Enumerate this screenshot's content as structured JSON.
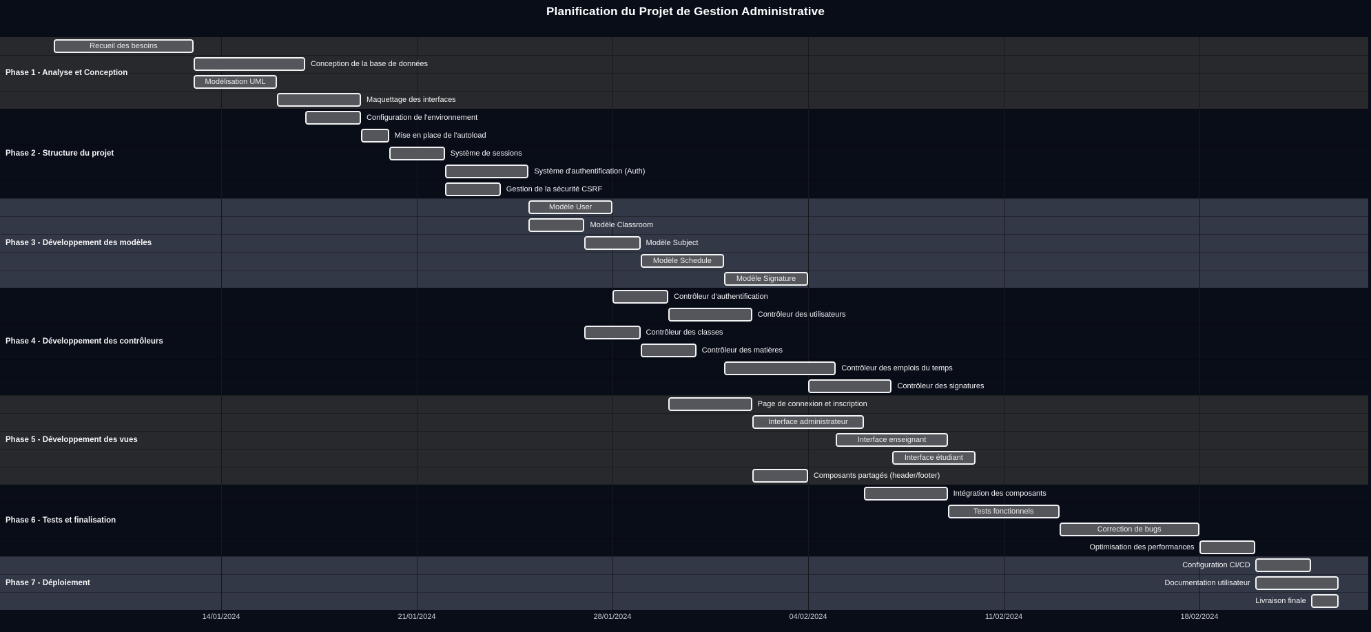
{
  "title": "Planification du Projet de Gestion Administrative",
  "colors": {
    "background": "#090d18",
    "section_band_a": "#28292c",
    "section_band_b": "#333846",
    "bar_fill": "#55565b",
    "bar_border": "#f2f3f4",
    "task_text": "#e9e9e9",
    "outside_label_text": "#f2f2f4",
    "section_label_text": "#f4f4f6",
    "axis_text": "#c9ccd3",
    "grid_line": "#16191e",
    "title_text": "#ffffff"
  },
  "chart_data": {
    "type": "gantt",
    "title": "Planification du Projet de Gestion Administrative",
    "x_range": [
      "2024-01-08",
      "2024-02-23"
    ],
    "grid": "weekly-vertical",
    "timeline": {
      "start": "2024-01-08",
      "end": "2024-02-23",
      "ticks": [
        {
          "label": "14/01/2024",
          "date": "2024-01-14"
        },
        {
          "label": "21/01/2024",
          "date": "2024-01-21"
        },
        {
          "label": "28/01/2024",
          "date": "2024-01-28"
        },
        {
          "label": "04/02/2024",
          "date": "2024-02-04"
        },
        {
          "label": "11/02/2024",
          "date": "2024-02-11"
        },
        {
          "label": "18/02/2024",
          "date": "2024-02-18"
        }
      ]
    },
    "phases": [
      {
        "name": "Phase 1 - Analyse et Conception",
        "tasks": [
          {
            "label": "Recueil des besoins",
            "start": "2024-01-08",
            "end": "2024-01-13",
            "label_pos": "inside"
          },
          {
            "label": "Conception de la base de données",
            "start": "2024-01-13",
            "end": "2024-01-17",
            "label_pos": "right"
          },
          {
            "label": "Modélisation UML",
            "start": "2024-01-13",
            "end": "2024-01-16",
            "label_pos": "inside"
          },
          {
            "label": "Maquettage des interfaces",
            "start": "2024-01-16",
            "end": "2024-01-19",
            "label_pos": "right"
          }
        ]
      },
      {
        "name": "Phase 2 - Structure du projet",
        "tasks": [
          {
            "label": "Configuration de l'environnement",
            "start": "2024-01-17",
            "end": "2024-01-19",
            "label_pos": "right"
          },
          {
            "label": "Mise en place de l'autoload",
            "start": "2024-01-19",
            "end": "2024-01-20",
            "label_pos": "right"
          },
          {
            "label": "Système de sessions",
            "start": "2024-01-20",
            "end": "2024-01-22",
            "label_pos": "right"
          },
          {
            "label": "Système d'authentification (Auth)",
            "start": "2024-01-22",
            "end": "2024-01-25",
            "label_pos": "right"
          },
          {
            "label": "Gestion de la sécurité CSRF",
            "start": "2024-01-22",
            "end": "2024-01-24",
            "label_pos": "right"
          }
        ]
      },
      {
        "name": "Phase 3 - Développement des modèles",
        "tasks": [
          {
            "label": "Modèle User",
            "start": "2024-01-25",
            "end": "2024-01-28",
            "label_pos": "inside"
          },
          {
            "label": "Modèle Classroom",
            "start": "2024-01-25",
            "end": "2024-01-27",
            "label_pos": "right"
          },
          {
            "label": "Modèle Subject",
            "start": "2024-01-27",
            "end": "2024-01-29",
            "label_pos": "right"
          },
          {
            "label": "Modèle Schedule",
            "start": "2024-01-29",
            "end": "2024-02-01",
            "label_pos": "inside"
          },
          {
            "label": "Modèle Signature",
            "start": "2024-02-01",
            "end": "2024-02-04",
            "label_pos": "inside"
          }
        ]
      },
      {
        "name": "Phase 4 - Développement des contrôleurs",
        "tasks": [
          {
            "label": "Contrôleur d'authentification",
            "start": "2024-01-28",
            "end": "2024-01-30",
            "label_pos": "right"
          },
          {
            "label": "Contrôleur des utilisateurs",
            "start": "2024-01-30",
            "end": "2024-02-02",
            "label_pos": "right"
          },
          {
            "label": "Contrôleur des classes",
            "start": "2024-01-27",
            "end": "2024-01-29",
            "label_pos": "right"
          },
          {
            "label": "Contrôleur des matières",
            "start": "2024-01-29",
            "end": "2024-01-31",
            "label_pos": "right"
          },
          {
            "label": "Contrôleur des emplois du temps",
            "start": "2024-02-01",
            "end": "2024-02-05",
            "label_pos": "right"
          },
          {
            "label": "Contrôleur des signatures",
            "start": "2024-02-04",
            "end": "2024-02-07",
            "label_pos": "right"
          }
        ]
      },
      {
        "name": "Phase 5 - Développement des vues",
        "tasks": [
          {
            "label": "Page de connexion et inscription",
            "start": "2024-01-30",
            "end": "2024-02-02",
            "label_pos": "right"
          },
          {
            "label": "Interface administrateur",
            "start": "2024-02-02",
            "end": "2024-02-06",
            "label_pos": "inside"
          },
          {
            "label": "Interface enseignant",
            "start": "2024-02-05",
            "end": "2024-02-09",
            "label_pos": "inside"
          },
          {
            "label": "Interface étudiant",
            "start": "2024-02-07",
            "end": "2024-02-10",
            "label_pos": "inside"
          },
          {
            "label": "Composants partagés (header/footer)",
            "start": "2024-02-02",
            "end": "2024-02-04",
            "label_pos": "right"
          }
        ]
      },
      {
        "name": "Phase 6 - Tests et finalisation",
        "tasks": [
          {
            "label": "Intégration des composants",
            "start": "2024-02-06",
            "end": "2024-02-09",
            "label_pos": "right"
          },
          {
            "label": "Tests fonctionnels",
            "start": "2024-02-09",
            "end": "2024-02-13",
            "label_pos": "inside"
          },
          {
            "label": "Correction de bugs",
            "start": "2024-02-13",
            "end": "2024-02-18",
            "label_pos": "inside"
          },
          {
            "label": "Optimisation des performances",
            "start": "2024-02-18",
            "end": "2024-02-20",
            "label_pos": "left"
          }
        ]
      },
      {
        "name": "Phase 7 - Déploiement",
        "tasks": [
          {
            "label": "Configuration CI/CD",
            "start": "2024-02-20",
            "end": "2024-02-22",
            "label_pos": "left"
          },
          {
            "label": "Documentation utilisateur",
            "start": "2024-02-20",
            "end": "2024-02-23",
            "label_pos": "left"
          },
          {
            "label": "Livraison finale",
            "start": "2024-02-22",
            "end": "2024-02-23",
            "label_pos": "left"
          }
        ]
      }
    ]
  }
}
